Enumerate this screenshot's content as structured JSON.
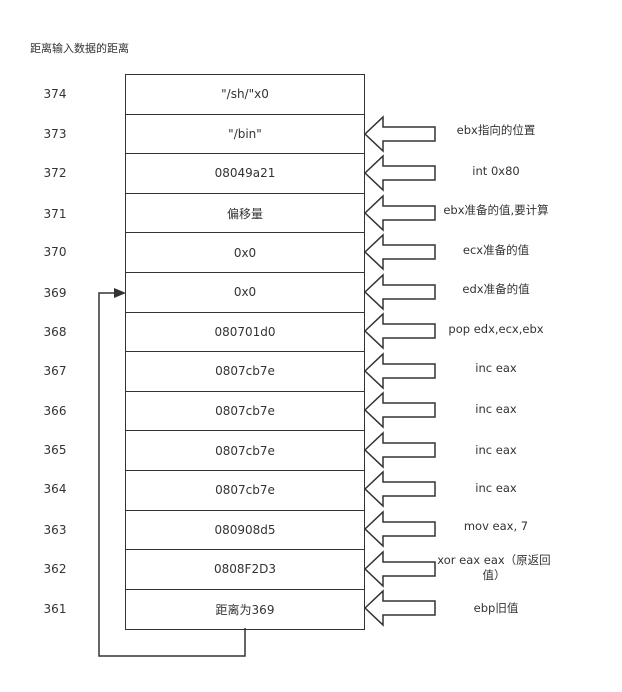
{
  "title": "距离输入数据的距离",
  "rows": [
    {
      "index": "374",
      "value": "\"/sh/\"x0",
      "note": ""
    },
    {
      "index": "373",
      "value": "\"/bin\"",
      "note": "ebx指向的位置"
    },
    {
      "index": "372",
      "value": "08049a21",
      "note": "int 0x80"
    },
    {
      "index": "371",
      "value": "偏移量",
      "note": "ebx准备的值,要计算"
    },
    {
      "index": "370",
      "value": "0x0",
      "note": "ecx准备的值"
    },
    {
      "index": "369",
      "value": "0x0",
      "note": "edx准备的值"
    },
    {
      "index": "368",
      "value": "080701d0",
      "note": "pop edx,ecx,ebx"
    },
    {
      "index": "367",
      "value": "0807cb7e",
      "note": "inc eax"
    },
    {
      "index": "366",
      "value": "0807cb7e",
      "note": "inc eax"
    },
    {
      "index": "365",
      "value": "0807cb7e",
      "note": "inc eax"
    },
    {
      "index": "364",
      "value": "0807cb7e",
      "note": "inc eax"
    },
    {
      "index": "363",
      "value": "080908d5",
      "note": "mov eax, 7"
    },
    {
      "index": "362",
      "value": "0808F2D3",
      "note": "xor eax eax（原返回值）"
    },
    {
      "index": "361",
      "value": "距离为369",
      "note": "ebp旧值"
    }
  ],
  "colors": {
    "line": "#333333",
    "fill": "#ffffff"
  }
}
